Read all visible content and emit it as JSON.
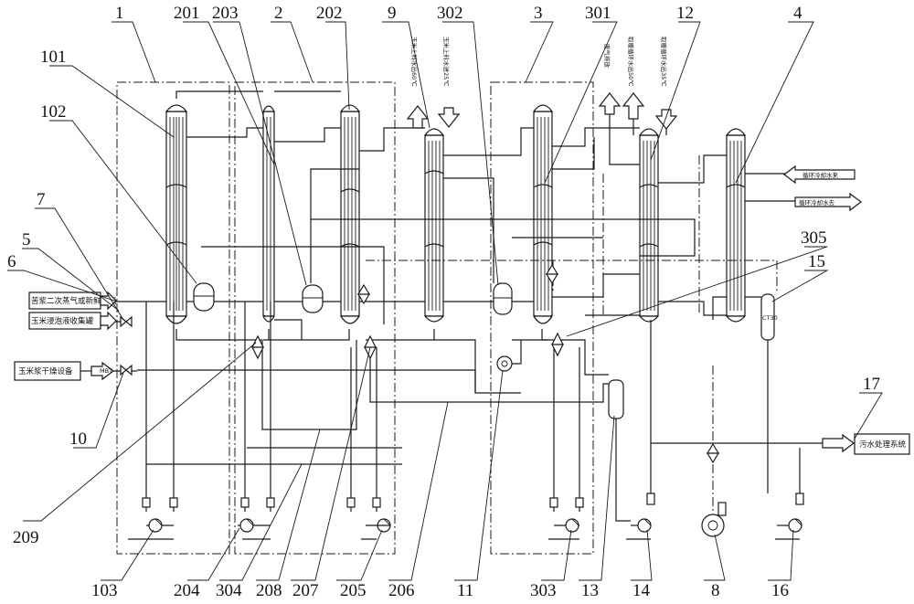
{
  "reference_numerals": {
    "n1": "1",
    "n2": "2",
    "n3": "3",
    "n4": "4",
    "n5": "5",
    "n6": "6",
    "n7": "7",
    "n8": "8",
    "n9": "9",
    "n10": "10",
    "n11": "11",
    "n12": "12",
    "n13": "13",
    "n14": "14",
    "n15": "15",
    "n16": "16",
    "n17": "17",
    "n101": "101",
    "n102": "102",
    "n103": "103",
    "n201": "201",
    "n202": "202",
    "n203": "203",
    "n204": "204",
    "n205": "205",
    "n206": "206",
    "n207": "207",
    "n208": "208",
    "n209": "209",
    "n301": "301",
    "n302": "302",
    "n303": "303",
    "n304": "304",
    "n305": "305"
  },
  "stream_labels": {
    "steam_in": "苦浆二次蒸气或新鲜蒸汽",
    "soak_tank": "玉米浸泡液收集罐",
    "dryer": "玉米浆干燥设备",
    "corn_water_out": "玉米上料水出60℃",
    "corn_water_in": "玉米上料水进25℃",
    "vent_gas": "废气排放",
    "heating_out": "取暖循环水出50℃",
    "heating_in": "取暖循环水出35℃",
    "cooling_return": "循环冷却水来",
    "cooling_supply": "循环冷却水去",
    "wastewater": "污水处理系统"
  },
  "instrument_tags": {
    "ct": "CT30",
    "mbt": "MBT"
  }
}
